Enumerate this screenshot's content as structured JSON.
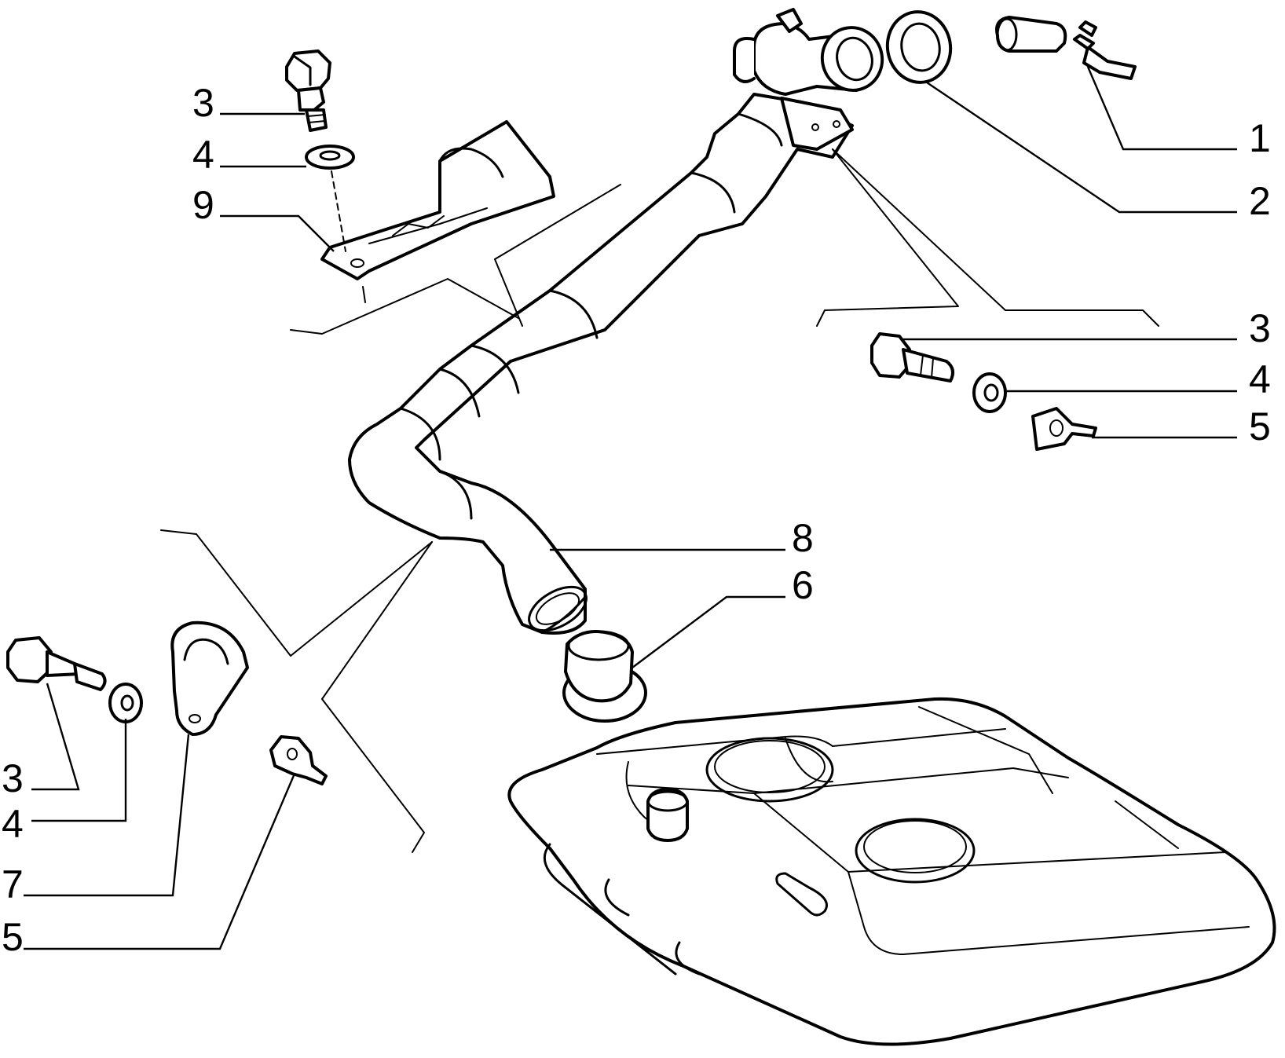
{
  "diagram": {
    "callouts": [
      {
        "id": "c1",
        "label": "1"
      },
      {
        "id": "c2",
        "label": "2"
      },
      {
        "id": "c3-right",
        "label": "3"
      },
      {
        "id": "c4-right",
        "label": "4"
      },
      {
        "id": "c5-right",
        "label": "5"
      },
      {
        "id": "c3-top",
        "label": "3"
      },
      {
        "id": "c4-top",
        "label": "4"
      },
      {
        "id": "c9",
        "label": "9"
      },
      {
        "id": "c8",
        "label": "8"
      },
      {
        "id": "c6",
        "label": "6"
      },
      {
        "id": "c3-bottom",
        "label": "3"
      },
      {
        "id": "c4-bottom",
        "label": "4"
      },
      {
        "id": "c7",
        "label": "7"
      },
      {
        "id": "c5-bottom",
        "label": "5"
      }
    ],
    "line_color": "#000000",
    "background_color": "#ffffff"
  }
}
